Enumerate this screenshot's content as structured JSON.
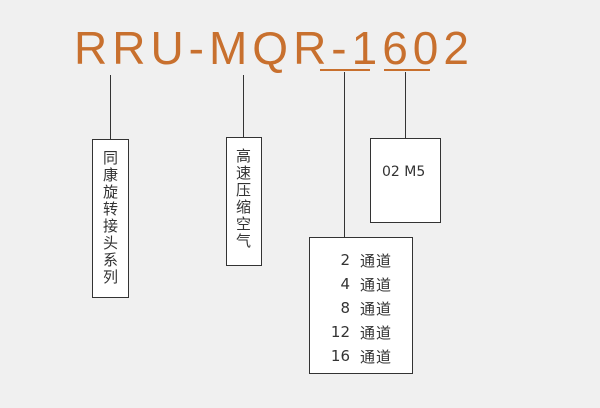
{
  "model_code": "RRU-MQR-1602",
  "segments": [
    {
      "text": "同康旋转接头系列"
    },
    {
      "text": "高速压缩空气"
    },
    {
      "text": "02 M5"
    }
  ],
  "channels": [
    {
      "number": "2",
      "name": "通道"
    },
    {
      "number": "4",
      "name": "通道"
    },
    {
      "number": "8",
      "name": "通道"
    },
    {
      "number": "12",
      "name": "通道"
    },
    {
      "number": "16",
      "name": "通道"
    }
  ],
  "colors": {
    "accent": "#c8702e",
    "line": "#333333",
    "background": "#f0f0f0"
  }
}
